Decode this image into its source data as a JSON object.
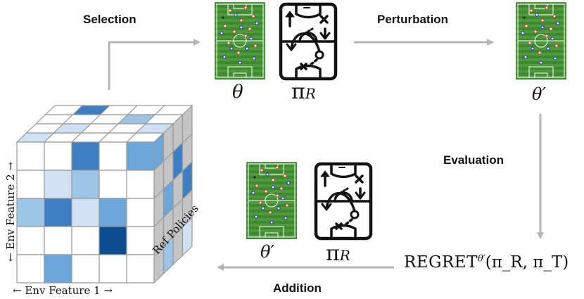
{
  "steps": {
    "selection": "Selection",
    "perturbation": "Perturbation",
    "evaluation": "Evaluation",
    "addition": "Addition"
  },
  "symbols": {
    "theta": "θ",
    "theta_prime": "θ′",
    "pi_r_base": "π",
    "pi_r_sub": "R",
    "regret_name": "REGRET",
    "regret_sup": "θ′",
    "regret_args": "(π_R, π_T)"
  },
  "axes": {
    "feature1": "← Env Feature 1 →",
    "feature2": "← Env Feature 2 →",
    "policies": "Ref Policies"
  },
  "colors": {
    "arrow": "#b5b5b5",
    "pitch_light": "#4f9a3c",
    "pitch_dark": "#3f8a2f",
    "cell_1": "#cfe1f2",
    "cell_2": "#9cc4e6",
    "cell_3": "#6aa6d9",
    "cell_4": "#3e7fc3",
    "cell_5": "#0b4e93",
    "side": "#c4c4c4",
    "grid_line": "#9a9a9a"
  },
  "icons": [
    "soccer-pitch-icon",
    "tactics-board-icon",
    "arrow-icon"
  ]
}
